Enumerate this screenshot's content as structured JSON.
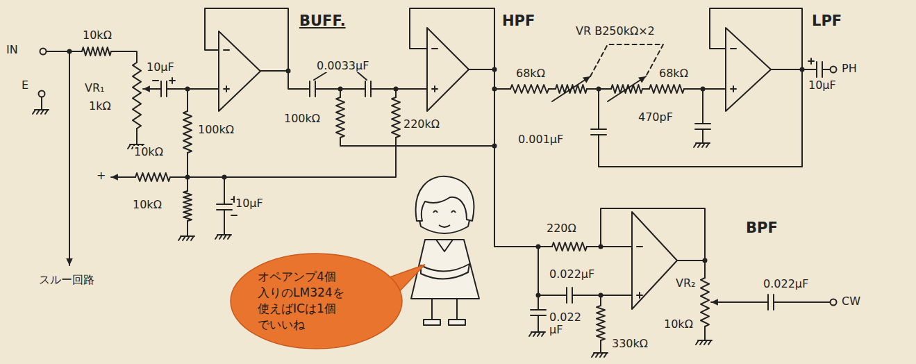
{
  "diagram": {
    "nodes": [
      {
        "text": [
          "オペアンプ4個 入りのLM324を 使えばICは1個 でいいね"
        ]
      }
    ],
    "labels": [
      "IN",
      "E",
      "10kΩ",
      "VR₁",
      "1kΩ",
      "10μF",
      "BUFF.",
      "0.0033μF",
      "100kΩ",
      "100kΩ",
      "220kΩ",
      "HPF",
      "68kΩ",
      "VR B250kΩ×2",
      "68kΩ",
      "LPF",
      "PH",
      "10μF",
      "470pF",
      "0.001μF",
      "+",
      "10kΩ",
      "10kΩ",
      "10μF",
      "スルー回路",
      "BPF",
      "220Ω",
      "0.022μF",
      "0.022 μF",
      "330kΩ",
      "VR₂",
      "10kΩ",
      "0.022μF",
      "CW"
    ]
  }
}
